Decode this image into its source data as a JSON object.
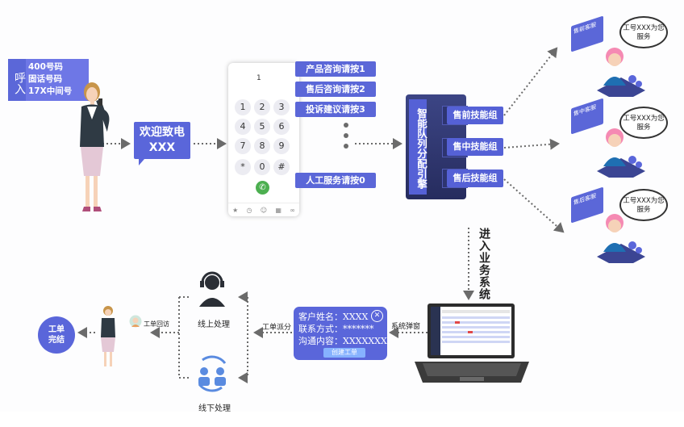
{
  "call_in": {
    "label": "呼入",
    "lines": [
      "400号码",
      "固话号码",
      "17X中间号"
    ]
  },
  "welcome": "欢迎致电XXX",
  "phone": {
    "shown_digit": "1",
    "keys": [
      "1",
      "2",
      "3",
      "4",
      "5",
      "6",
      "7",
      "8",
      "9",
      "*",
      "0",
      "#"
    ]
  },
  "menu_options": [
    "产品咨询请按1",
    "售后咨询请按2",
    "投诉建议请按3",
    "人工服务请按0"
  ],
  "engine": "智能队列分配引擎",
  "groups": [
    "售前技能组",
    "售中技能组",
    "售后技能组"
  ],
  "agents": [
    {
      "panel": "售前客服",
      "speech": "工号XXX为您服务"
    },
    {
      "panel": "售中客服",
      "speech": "工号XXX为您服务"
    },
    {
      "panel": "售后客服",
      "speech": "工号XXX为您服务"
    }
  ],
  "enter_system": "进入业务系统",
  "popup_label": "系统弹窗",
  "popup_card": {
    "fields": [
      "客户姓名：XXXX",
      "联系方式：*******",
      "沟通内容：XXXXXXX"
    ],
    "button": "创建工单"
  },
  "dispatch_label": "工单派分",
  "online": "线上处理",
  "offline": "线下处理",
  "callback_label": "工单回访",
  "done": "工单完结",
  "colors": {
    "primary": "#5a66da",
    "accent": "#6e77e6",
    "dark": "#262c5e",
    "line": "#6b6b6b"
  }
}
